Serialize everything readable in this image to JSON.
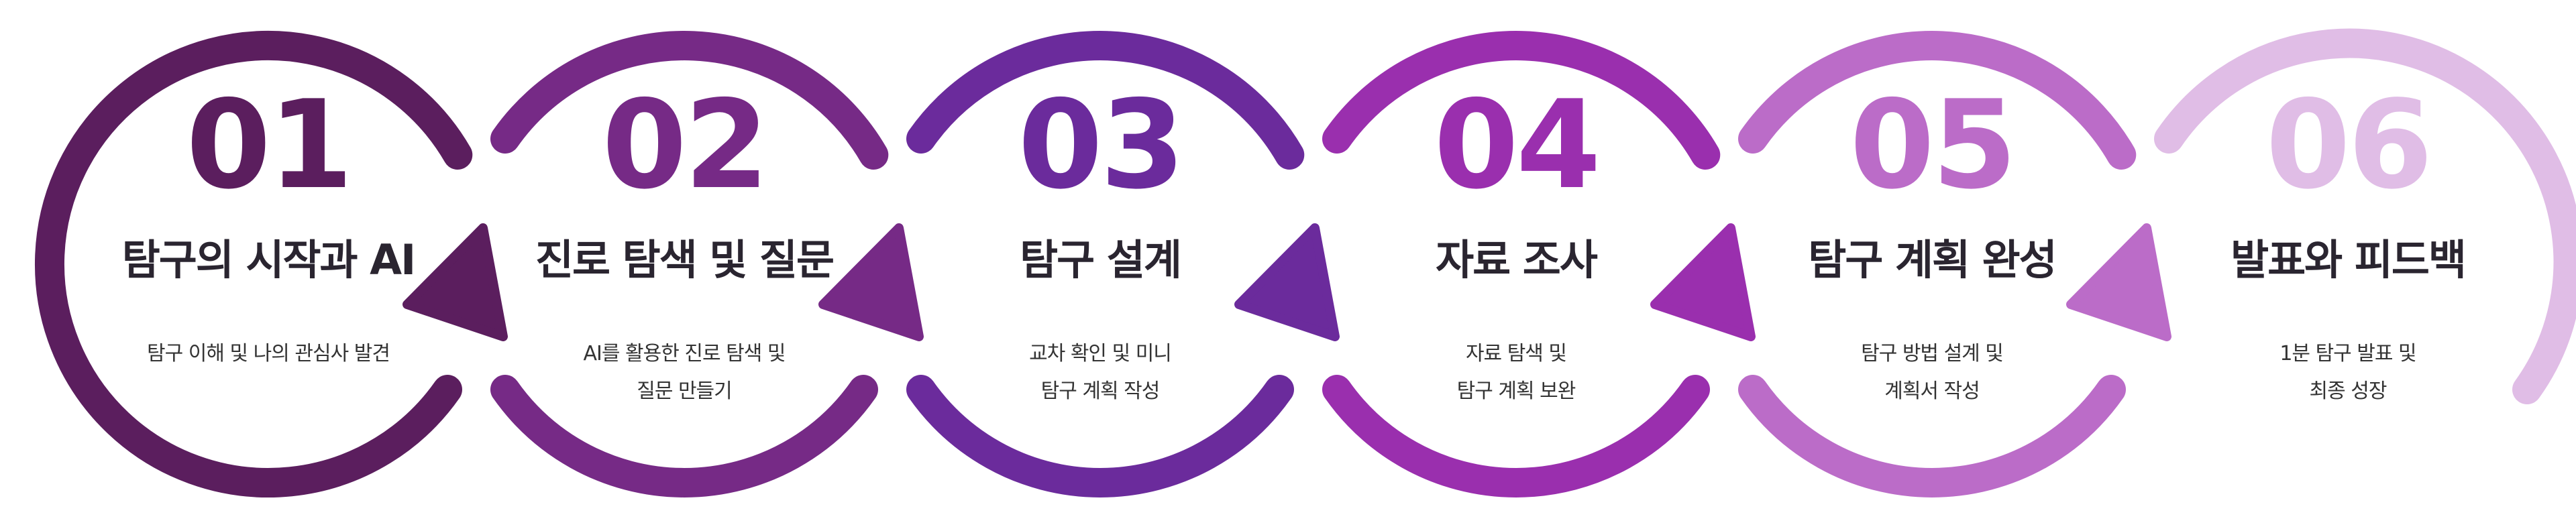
{
  "steps": [
    {
      "number": "01",
      "title": "탐구의 시작과 AI",
      "description": [
        "탐구 이해 및 나의 관심사 발견"
      ],
      "color": "#5b1e5e"
    },
    {
      "number": "02",
      "title": "진로 탐색 및 질문",
      "description": [
        "AI를 활용한 진로 탐색 및",
        "질문 만들기"
      ],
      "color": "#762a86"
    },
    {
      "number": "03",
      "title": "탐구 설계",
      "description": [
        "교차 확인 및 미니",
        "탐구 계획 작성"
      ],
      "color": "#6b2b9c"
    },
    {
      "number": "04",
      "title": "자료 조사",
      "description": [
        "자료 탐색 및",
        "탐구 계획 보완"
      ],
      "color": "#9a2fae"
    },
    {
      "number": "05",
      "title": "탐구 계획 완성",
      "description": [
        "탐구 방법 설계 및",
        "계획서 작성"
      ],
      "color": "#bb6cc8"
    },
    {
      "number": "06",
      "title": "발표와 피드백",
      "description": [
        "1분 탐구 발표 및",
        "최종 성장"
      ],
      "color": "#e0bde6"
    }
  ]
}
